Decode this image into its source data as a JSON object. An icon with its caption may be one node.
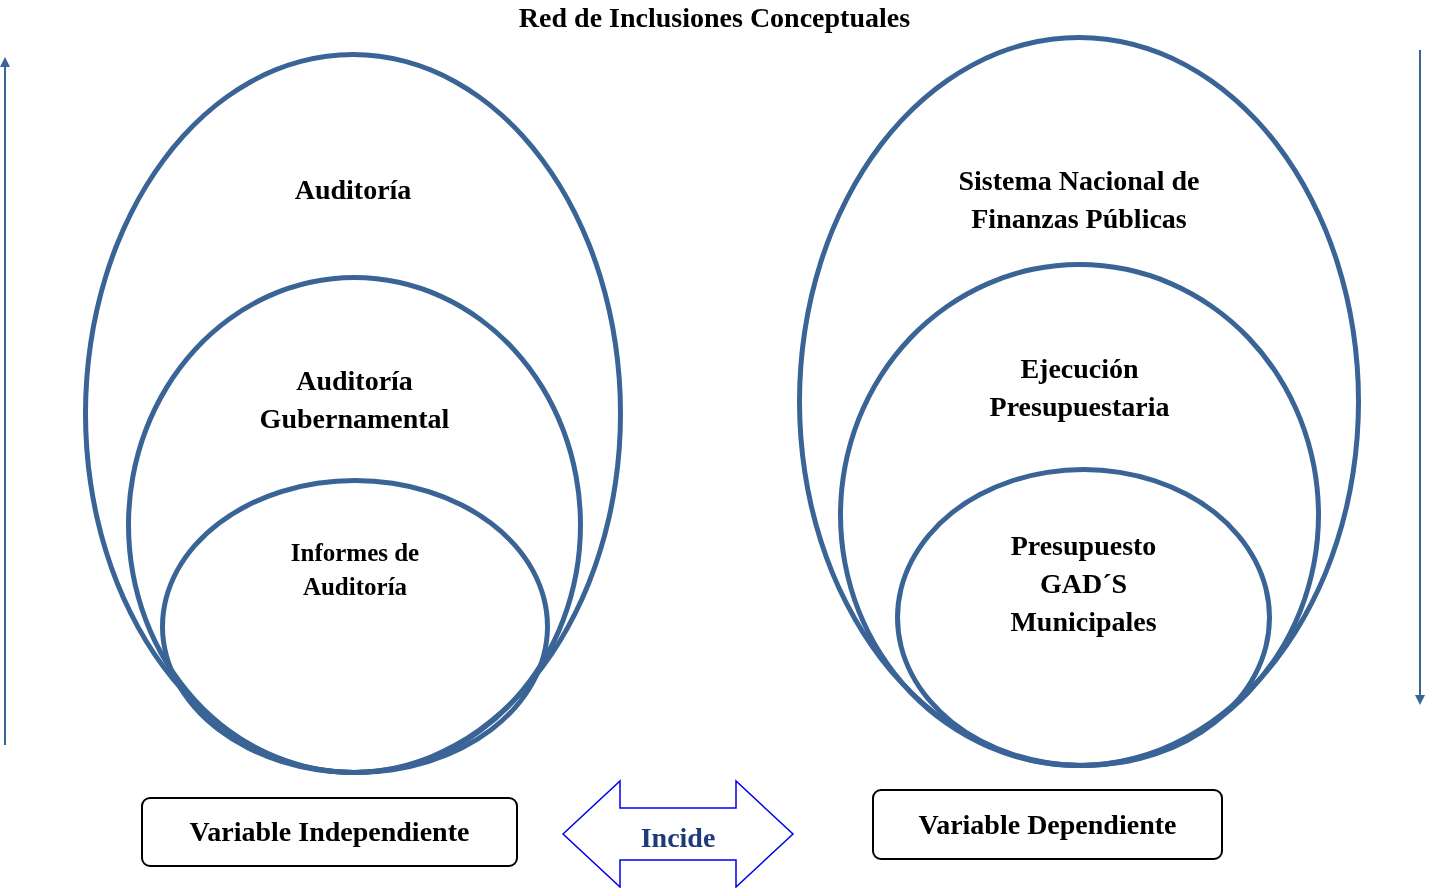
{
  "diagram": {
    "title": "Red de Inclusiones Conceptuales",
    "nodes": [
      {
        "text": [
          "Auditoría"
        ]
      },
      {
        "text": [
          "Auditoría Gubernamental"
        ],
        "in": 0
      },
      {
        "text": [
          "Informes de Auditoría"
        ],
        "in": 1
      },
      {
        "text": [
          "Sistema Nacional de Finanzas Públicas"
        ]
      },
      {
        "text": [
          "Ejecución Presupuestaria"
        ],
        "in": 3
      },
      {
        "text": [
          "Presupuesto GAD´S Municipales"
        ],
        "in": 4
      },
      {
        "text": [
          "Variable Independiente"
        ]
      },
      {
        "text": [
          "Variable Dependiente"
        ]
      }
    ],
    "edges": [
      {
        "from": 6,
        "to": 7,
        "arrow": "both",
        "label": "Incide"
      }
    ]
  }
}
